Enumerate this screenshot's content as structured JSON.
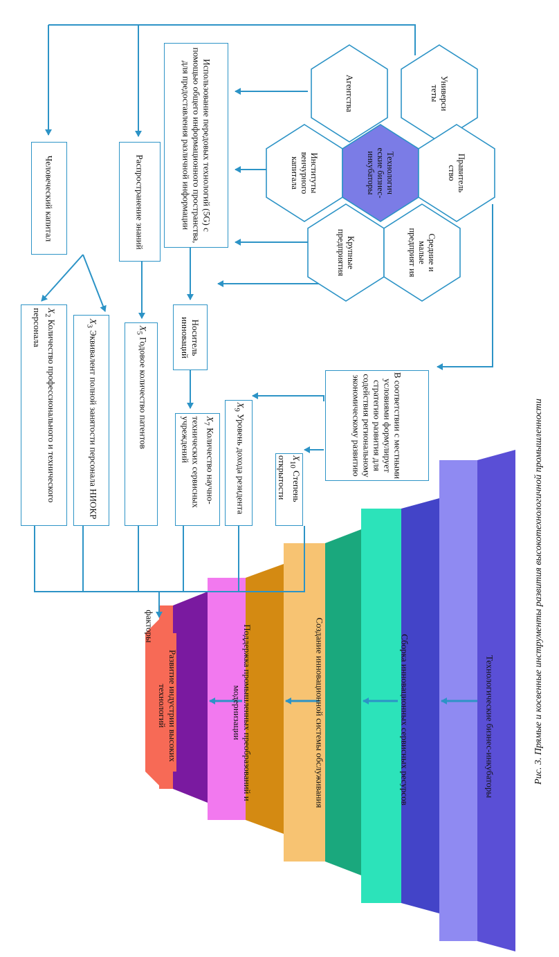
{
  "caption": "Рис. 3. Прямые и косвенные инструменты  развития высокотехнологичной промышленности",
  "boxes": {
    "human_capital": "Человеческий капитал",
    "knowledge": "Распространение знаний",
    "tech5g": "Использование передовых технологий (5G) с помощью общего информационного пространства, для предоставления различной информации",
    "carrier": "Носитель инноваций",
    "strategy": "В соответствии с местными условиями формулирует стратегию развития для содействия региональному экономическому развитию"
  },
  "factors": [
    {
      "var": "X",
      "sub": "2",
      "text": " Количество профессионального и технического персонала"
    },
    {
      "var": "X",
      "sub": "3",
      "text": " Эквивалент полной занятости персонала НИОКР"
    },
    {
      "var": "X",
      "sub": "5",
      "text": " Годовое количество патентов"
    },
    {
      "var": "X",
      "sub": "7",
      "text": " Количество научно-технических сервисных учреждений"
    },
    {
      "var": "X",
      "sub": "9",
      "text": " Уровень дохода резидента"
    },
    {
      "var": "X",
      "sub": "10",
      "text": " Степень открытости"
    }
  ],
  "hexagons": {
    "agencies": "Агентства",
    "universities": "Универси теты",
    "venture": "Институты венчурного капитала",
    "incubators": "Технологич еские бизнес-инкубаторы",
    "government": "Правитель ство",
    "large": "Крупные предприятия",
    "sme": "Средние и малые предприят ия"
  },
  "pyramid": [
    {
      "label": "Развитие индустрии высоких технологий",
      "color": "#f76a56"
    },
    {
      "label": "Поддержка промышленных преобразований и модернизации",
      "color": "#f279ef"
    },
    {
      "label": "Создание инновационной системы обслуживания",
      "color": "#f7c372"
    },
    {
      "label": "Сборка инновационных сервисных ресурсов",
      "color": "#2ce3ba"
    },
    {
      "label": "Технологические бизнес-инкубаторы",
      "color": "#8f8af2"
    }
  ],
  "factors_label": "факторы",
  "colors": {
    "line": "#2c93c6",
    "hex_fill_center": "#7b7ce6"
  }
}
